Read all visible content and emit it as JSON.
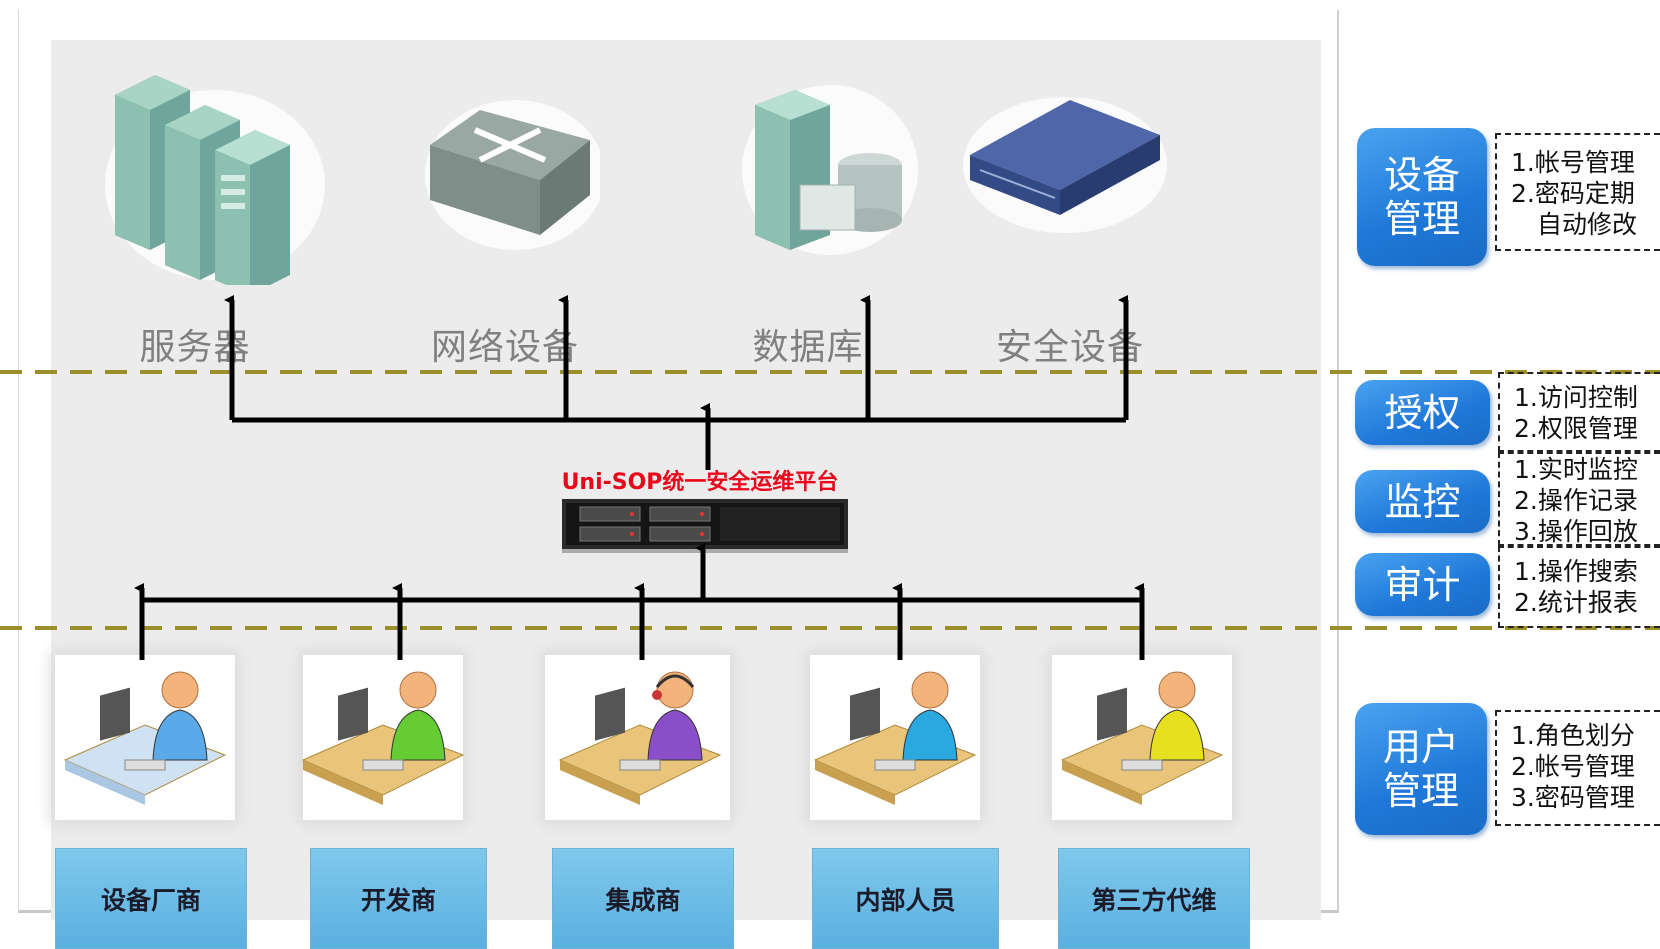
{
  "devices": [
    {
      "label": "服务器",
      "icon": "server-rack-icon"
    },
    {
      "label": "网络设备",
      "icon": "network-switch-icon"
    },
    {
      "label": "数据库",
      "icon": "database-server-icon"
    },
    {
      "label": "安全设备",
      "icon": "security-appliance-icon"
    }
  ],
  "platform": {
    "label": "Uni-SOP统一安全运维平台",
    "icon": "rack-server-icon",
    "label_color": "#e8081b"
  },
  "users": [
    {
      "label": "设备厂商",
      "icon": "user-workstation-icon",
      "color": "#5aa9e8"
    },
    {
      "label": "开发商",
      "icon": "user-workstation-icon",
      "color": "#66cc33"
    },
    {
      "label": "集成商",
      "icon": "user-headset-icon",
      "color": "#8a4fc8"
    },
    {
      "label": "内部人员",
      "icon": "user-workstation-icon",
      "color": "#2aa8e0"
    },
    {
      "label": "第三方代维",
      "icon": "user-workstation-icon",
      "color": "#e6e020"
    }
  ],
  "side": [
    {
      "title": "设备管理",
      "lines": [
        "1.帐号管理",
        "2.密码定期",
        "自动修改"
      ]
    },
    {
      "title": "授权",
      "lines": [
        "1.访问控制",
        "2.权限管理"
      ]
    },
    {
      "title": "监控",
      "lines": [
        "1.实时监控",
        "2.操作记录",
        "3.操作回放"
      ]
    },
    {
      "title": "审计",
      "lines": [
        "1.操作搜索",
        "2.统计报表"
      ]
    },
    {
      "title": "用户管理",
      "lines": [
        "1.角色划分",
        "2.帐号管理",
        "3.密码管理"
      ]
    }
  ],
  "colors": {
    "accent": "#1f78d8",
    "divider": "#9b8f2a",
    "user_box": "#6cbbe6"
  }
}
